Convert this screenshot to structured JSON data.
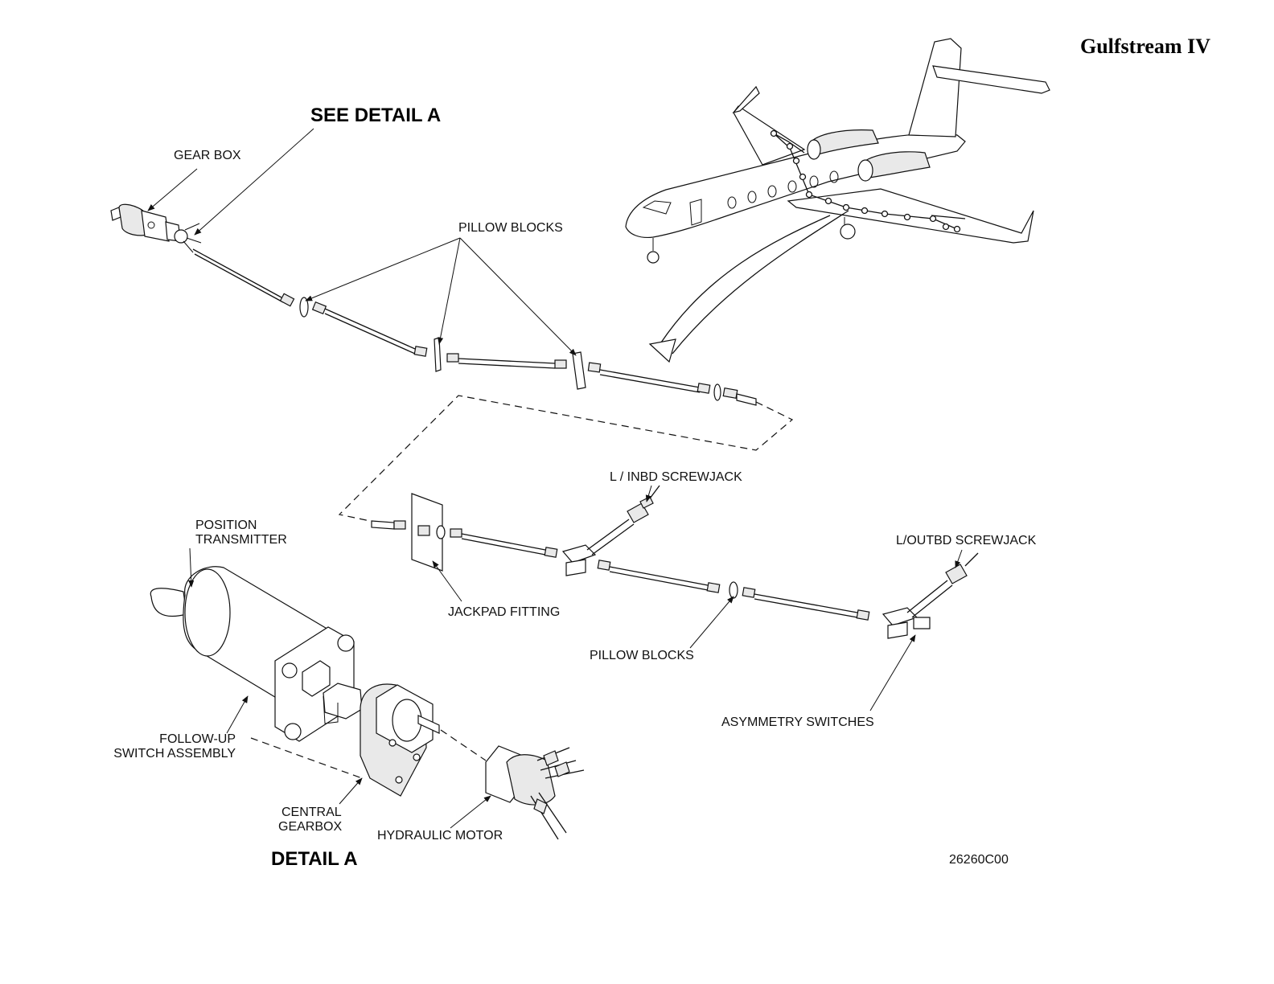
{
  "brand": "Gulfstream IV",
  "drawing_number": "26260C00",
  "labels": {
    "see_detail": "SEE DETAIL A",
    "detail": "DETAIL A",
    "gear_box": "GEAR BOX",
    "pillow_blocks_top": "PILLOW BLOCKS",
    "inbd_screwjack": "L / INBD SCREWJACK",
    "outbd_screwjack": "L/OUTBD SCREWJACK",
    "position_transmitter_1": "POSITION",
    "position_transmitter_2": "TRANSMITTER",
    "jackpad_fitting": "JACKPAD FITTING",
    "pillow_blocks_bottom": "PILLOW BLOCKS",
    "asymmetry_switches": "ASYMMETRY SWITCHES",
    "follow_up_1": "FOLLOW-UP",
    "follow_up_2": "SWITCH ASSEMBLY",
    "central_gearbox_1": "CENTRAL",
    "central_gearbox_2": "GEARBOX",
    "hydraulic_motor": "HYDRAULIC MOTOR"
  }
}
